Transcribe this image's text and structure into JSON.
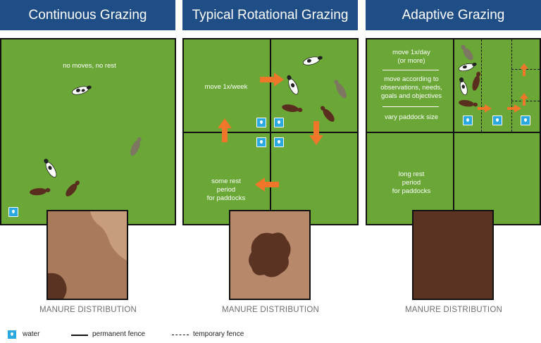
{
  "panels": [
    {
      "title": "Continuous Grazing",
      "manure_label": "MANURE DISTRIBUTION",
      "notes": [
        "no moves, no rest"
      ]
    },
    {
      "title": "Typical Rotational Grazing",
      "manure_label": "MANURE DISTRIBUTION",
      "notes": [
        "move 1x/week",
        "some rest",
        "period",
        "for paddocks"
      ]
    },
    {
      "title": "Adaptive Grazing",
      "manure_label": "MANURE DISTRIBUTION",
      "notes": [
        "move 1x/day",
        "(or more)",
        "move according to",
        "observations, needs,",
        "goals and objectives",
        "vary paddock size",
        "long rest",
        "period",
        "for paddocks"
      ]
    }
  ],
  "legend": {
    "water": "water",
    "permanent_fence": "permanent fence",
    "temporary_fence": "temporary fence"
  },
  "colors": {
    "header": "#1f4e86",
    "pasture": "#6aa737",
    "arrow": "#f0762a",
    "water": "#2aa8e0",
    "manure_dark": "#5a3322",
    "manure_light": "#b07e5f"
  },
  "icons": [
    "water-drop-icon",
    "cow-icon",
    "move-arrow-icon"
  ]
}
